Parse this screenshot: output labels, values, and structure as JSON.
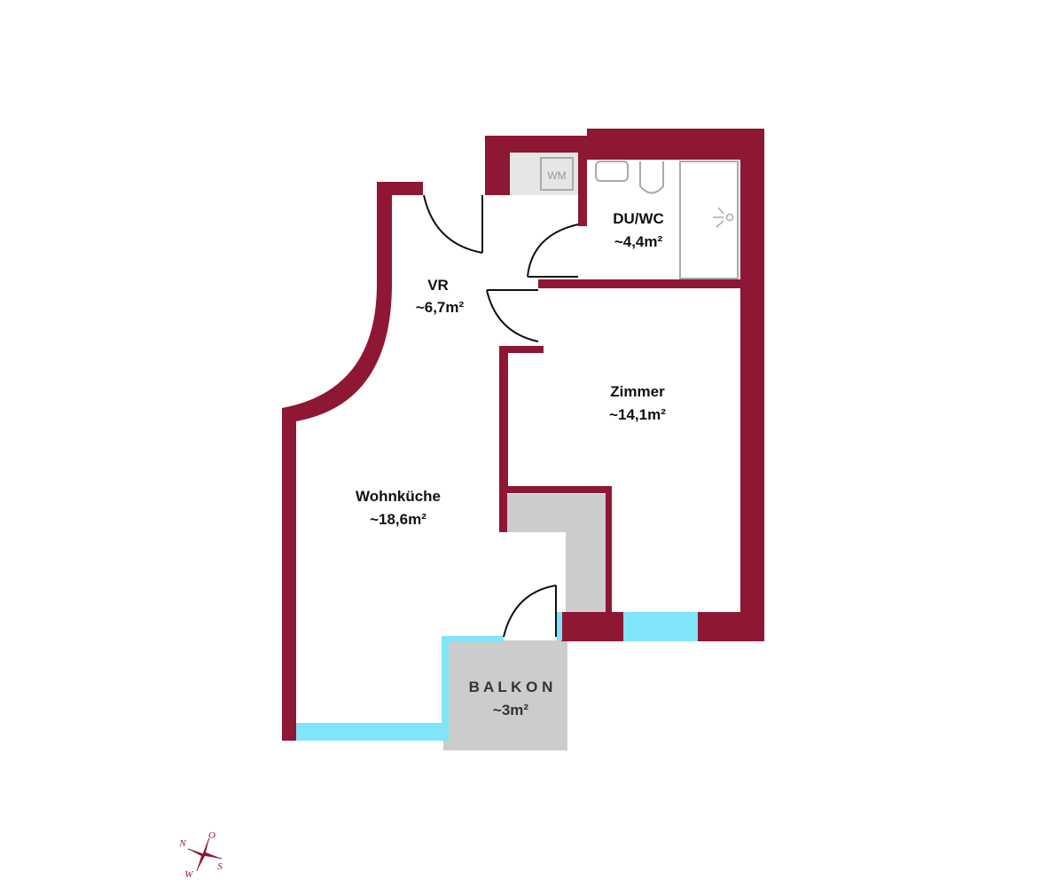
{
  "colors": {
    "wall": "#8e1733",
    "window": "#80e4fb",
    "fixture": "#cccccc"
  },
  "rooms": {
    "vr": {
      "name": "VR",
      "area": "~6,7m²"
    },
    "du_wc": {
      "name": "DU/WC",
      "area": "~4,4m²"
    },
    "zimmer": {
      "name": "Zimmer",
      "area": "~14,1m²"
    },
    "wohnkueche": {
      "name": "Wohnküche",
      "area": "~18,6m²"
    },
    "balkon": {
      "name": "B A L K O N",
      "area": "~3m²"
    }
  },
  "fixtures": {
    "washing_machine": "WM"
  },
  "compass": {
    "n": "N",
    "o": "O",
    "s": "S",
    "w": "W"
  }
}
